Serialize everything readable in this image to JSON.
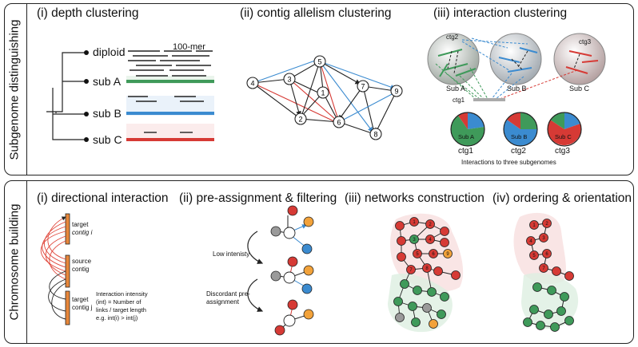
{
  "top": {
    "side_label": "Subgenome distinguishing",
    "depth": {
      "title": "(i) depth clustering",
      "kmer_label": "100-mer",
      "labels": [
        "diploid",
        "sub A",
        "sub B",
        "sub C"
      ]
    },
    "allelism": {
      "title": "(ii) contig allelism clustering",
      "nodes": [
        "1",
        "2",
        "3",
        "4",
        "5",
        "6",
        "7",
        "8",
        "9"
      ]
    },
    "interaction": {
      "title": "(iii) interaction clustering",
      "sphere_ctg_labels": [
        "ctg2",
        "ctg3",
        "ctg1"
      ],
      "sphere_sub_labels": [
        "Sub A",
        "Sub B",
        "Sub C"
      ],
      "pies": [
        {
          "inner": "Sub A",
          "name": "ctg1"
        },
        {
          "inner": "Sub B",
          "name": "ctg2"
        },
        {
          "inner": "Sub C",
          "name": "ctg3"
        }
      ],
      "caption": "Interactions to three subgenomes"
    }
  },
  "bottom": {
    "side_label": "Chromosome building",
    "directional": {
      "title": "(i) directional interaction",
      "target_i": [
        "target",
        "contig i"
      ],
      "source": [
        "source",
        "contig"
      ],
      "target_j": [
        "target",
        "contig j"
      ],
      "intensity_text": [
        "Interaction intensity",
        "(int) = Number of",
        "links / target length",
        "e.g. int(i) > int(j)"
      ]
    },
    "preassign": {
      "title": "(ii) pre-assignment & filtering",
      "low_label": [
        "Low intenisty"
      ],
      "discordant_label": [
        "Discordant pre-",
        "assignment"
      ]
    },
    "network": {
      "title": "(iii) networks construction",
      "red_numbers": [
        "1",
        "2",
        "3",
        "4",
        "5",
        "6",
        "7",
        "8",
        "9"
      ]
    },
    "ordering": {
      "title": "(iv) ordering & orientation",
      "numbers": [
        "1",
        "2",
        "3",
        "4",
        "5",
        "6",
        "7"
      ]
    }
  },
  "colors": {
    "subA": "#3f9a5a",
    "subB": "#3b8bd0",
    "subC": "#d63a35",
    "node_grey": "#9a9a9a",
    "node_orange": "#f2a23a"
  }
}
